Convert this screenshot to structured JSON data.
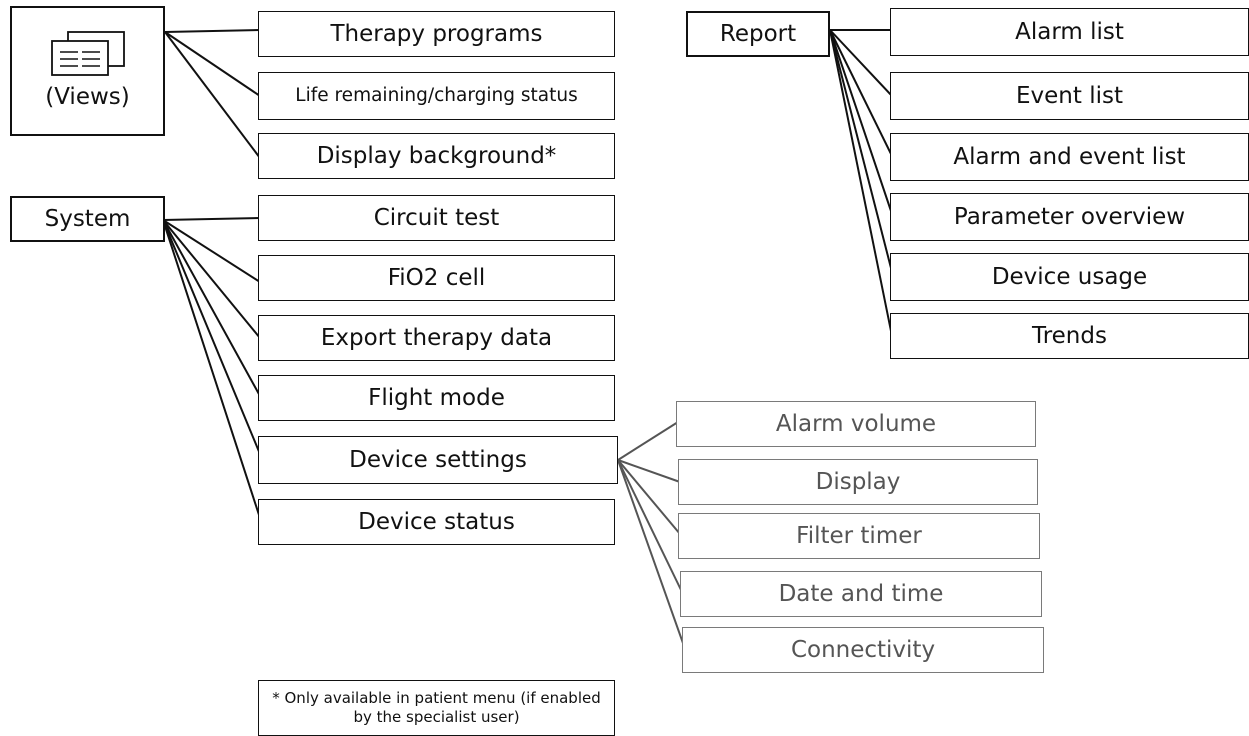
{
  "views_menu": {
    "label": "(Views)",
    "icon": "views-icon",
    "items": [
      "Therapy programs",
      "Life remaining/charging status",
      "Display background*"
    ]
  },
  "system_menu": {
    "label": "System",
    "items": [
      "Circuit test",
      "FiO2 cell",
      "Export therapy data",
      "Flight mode",
      "Device settings",
      "Device status"
    ]
  },
  "device_settings_submenu": {
    "items": [
      "Alarm volume",
      "Display",
      "Filter timer",
      "Date and time",
      "Connectivity"
    ]
  },
  "report_menu": {
    "label": "Report",
    "items": [
      "Alarm list",
      "Event list",
      "Alarm and event list",
      "Parameter overview",
      "Device usage",
      "Trends"
    ]
  },
  "footnote": "* Only available in patient menu (if enabled by the specialist user)",
  "colors": {
    "line": "#111111",
    "submenu_line": "#555555",
    "submenu_border": "#7a7a7a",
    "submenu_text": "#555555"
  }
}
